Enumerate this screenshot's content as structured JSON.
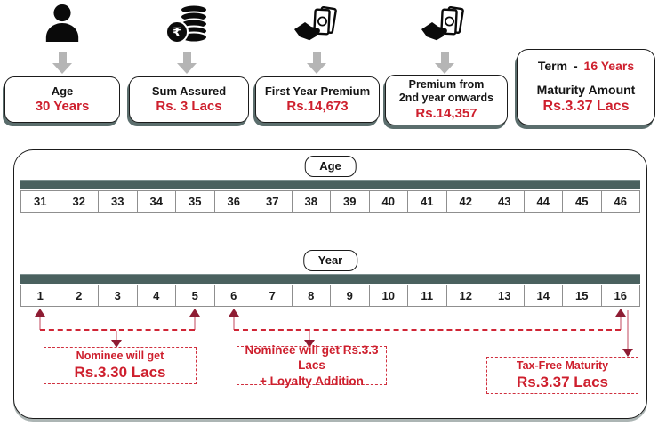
{
  "colors": {
    "accent_red": "#ce1f2d",
    "dark_maroon_arrow": "#8e1c33",
    "pink_connector": "#e0a3ae",
    "timeline_bar": "#4a615f",
    "gray_arrow": "#b5b5b5"
  },
  "icons": {
    "person": "person-icon",
    "coins": "rupee-coin-stack-icon",
    "first_premium": "hand-paying-note-icon",
    "renewal_premium": "hand-paying-note-icon"
  },
  "cards": {
    "age": {
      "label": "Age",
      "value": "30 Years"
    },
    "sum_assured": {
      "label": "Sum Assured",
      "value": "Rs. 3 Lacs"
    },
    "first_year_premium": {
      "label": "First Year Premium",
      "value": "Rs.14,673"
    },
    "premium_2nd_year": {
      "label_line1": "Premium from",
      "label_line2": "2nd year onwards",
      "value": "Rs.14,357"
    },
    "term_maturity": {
      "term_label": "Term",
      "term_dash": "-",
      "term_value": "16 Years",
      "maturity_label": "Maturity Amount",
      "maturity_value": "Rs.3.37 Lacs"
    }
  },
  "timeline": {
    "age_label": "Age",
    "year_label": "Year",
    "ages": [
      "31",
      "32",
      "33",
      "34",
      "35",
      "36",
      "37",
      "38",
      "39",
      "40",
      "41",
      "42",
      "43",
      "44",
      "45",
      "46"
    ],
    "years": [
      "1",
      "2",
      "3",
      "4",
      "5",
      "6",
      "7",
      "8",
      "9",
      "10",
      "11",
      "12",
      "13",
      "14",
      "15",
      "16"
    ]
  },
  "annotations": {
    "nominee_years_1_5": {
      "line1": "Nominee will get",
      "line2": "Rs.3.30 Lacs"
    },
    "nominee_years_6_16": {
      "line1": "Nominee will get Rs.3.3 Lacs",
      "line2": "+ Loyalty Addition"
    },
    "tax_free_maturity": {
      "line1": "Tax-Free Maturity",
      "line2": "Rs.3.37 Lacs"
    }
  }
}
